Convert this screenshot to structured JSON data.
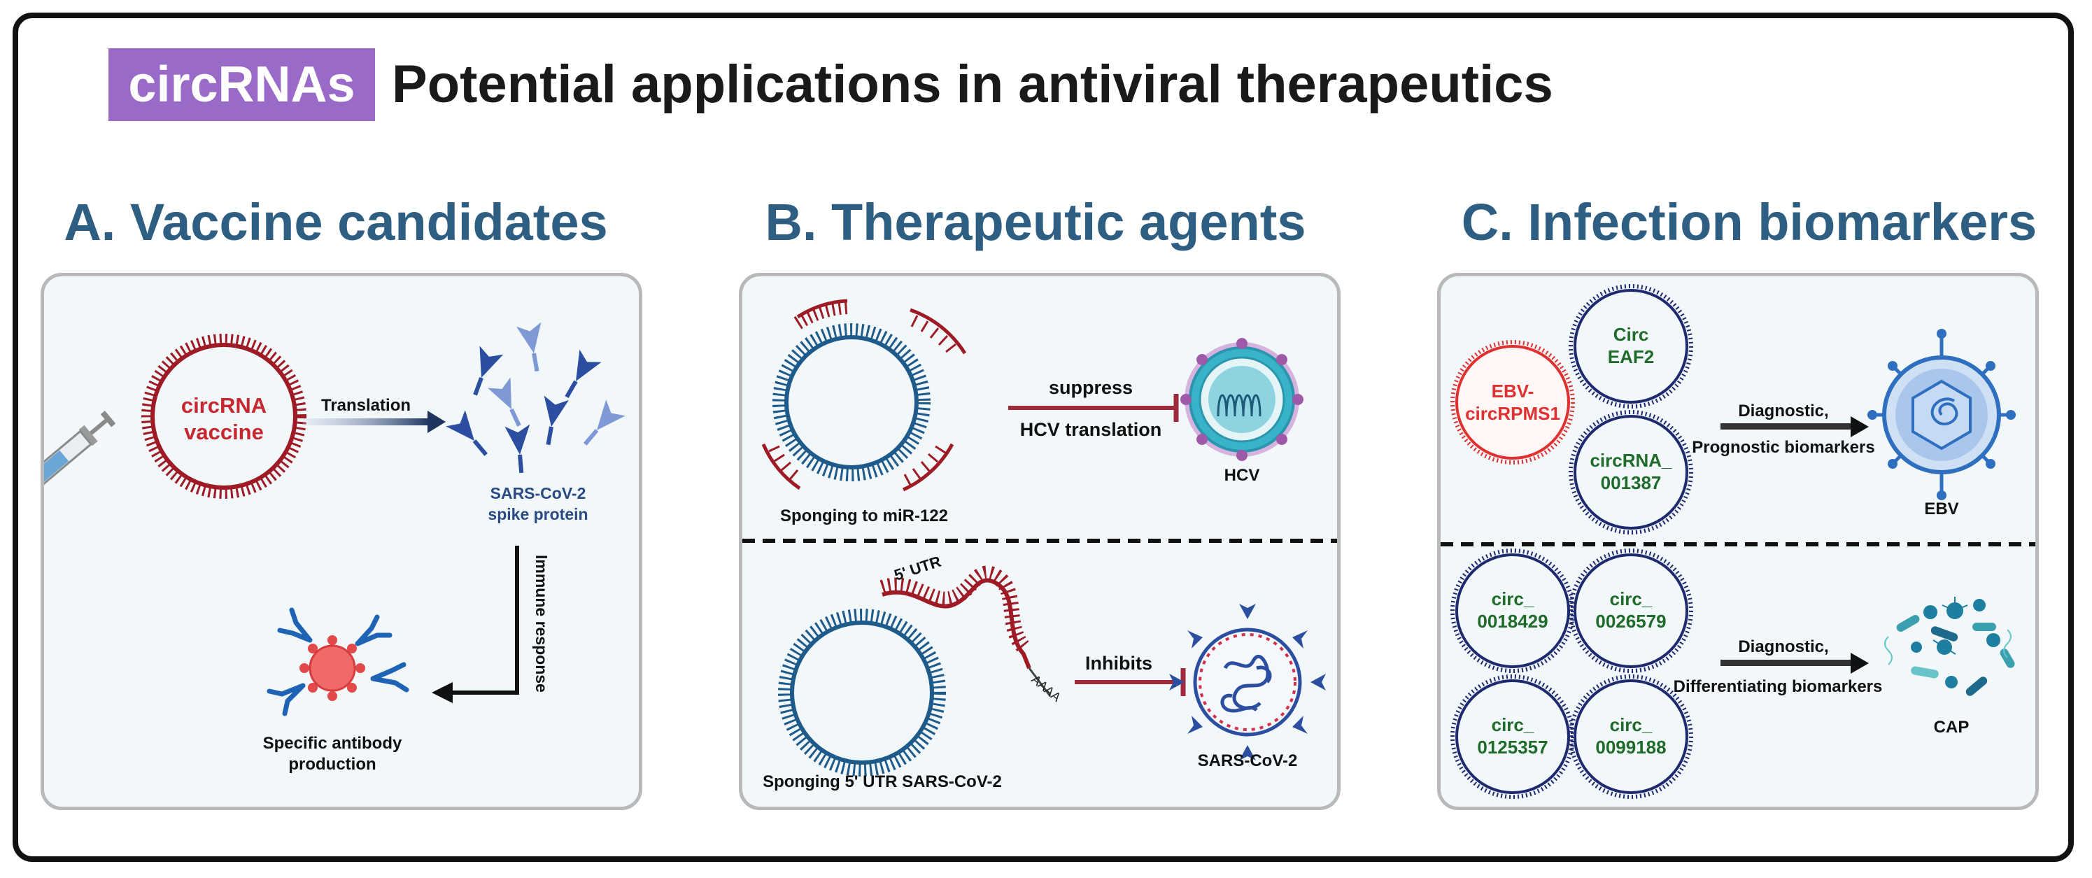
{
  "header": {
    "badge": "circRNAs",
    "title": "Potential applications in antiviral therapeutics"
  },
  "sections": {
    "a": {
      "title": "A. Vaccine candidates",
      "vaccine_line1": "circRNA",
      "vaccine_line2": "vaccine",
      "translation": "Translation",
      "spike_line1": "SARS-CoV-2",
      "spike_line2": "spike protein",
      "immune": "Immune response",
      "antibody_line1": "Specific antibody",
      "antibody_line2": "production"
    },
    "b": {
      "title": "B. Therapeutic agents",
      "suppress": "suppress",
      "hcv_translation": "HCV translation",
      "hcv": "HCV",
      "sponging_mir": "Sponging to miR-122",
      "utr": "5' UTR",
      "aaaa": "AAAA",
      "inhibits": "Inhibits",
      "sars": "SARS-CoV-2",
      "sponging_utr": "Sponging 5' UTR SARS-CoV-2"
    },
    "c": {
      "title": "C. Infection biomarkers",
      "ebv_circ_line1": "EBV-",
      "ebv_circ_line2": "circRPMS1",
      "circ_eaf2_line1": "Circ",
      "circ_eaf2_line2": "EAF2",
      "circrna_line1": "circRNA_",
      "circrna_line2": "001387",
      "diag1_line1": "Diagnostic,",
      "diag1_line2": "Prognostic biomarkers",
      "ebv": "EBV",
      "c1_line1": "circ_",
      "c1_line2": "0018429",
      "c2_line1": "circ_",
      "c2_line2": "0026579",
      "c3_line1": "circ_",
      "c3_line2": "0125357",
      "c4_line1": "circ_",
      "c4_line2": "0099188",
      "diag2_line1": "Diagnostic,",
      "diag2_line2": "Differentiating biomarkers",
      "cap": "CAP"
    }
  },
  "colors": {
    "badge": "#9a6ac8",
    "section_title": "#2e5f82",
    "circ_red": "#9e1b25",
    "circ_blue": "#1e5a8a",
    "green_text": "#1f6b2a",
    "navy_circle": "#1f2a6e",
    "bright_red": "#e03030"
  },
  "icons": [
    "syringe-icon",
    "spike-protein-icon",
    "antibody-virus-icon",
    "hcv-virus-icon",
    "sars-cov-2-virus-icon",
    "ebv-virus-icon",
    "bacteria-cap-icon"
  ]
}
